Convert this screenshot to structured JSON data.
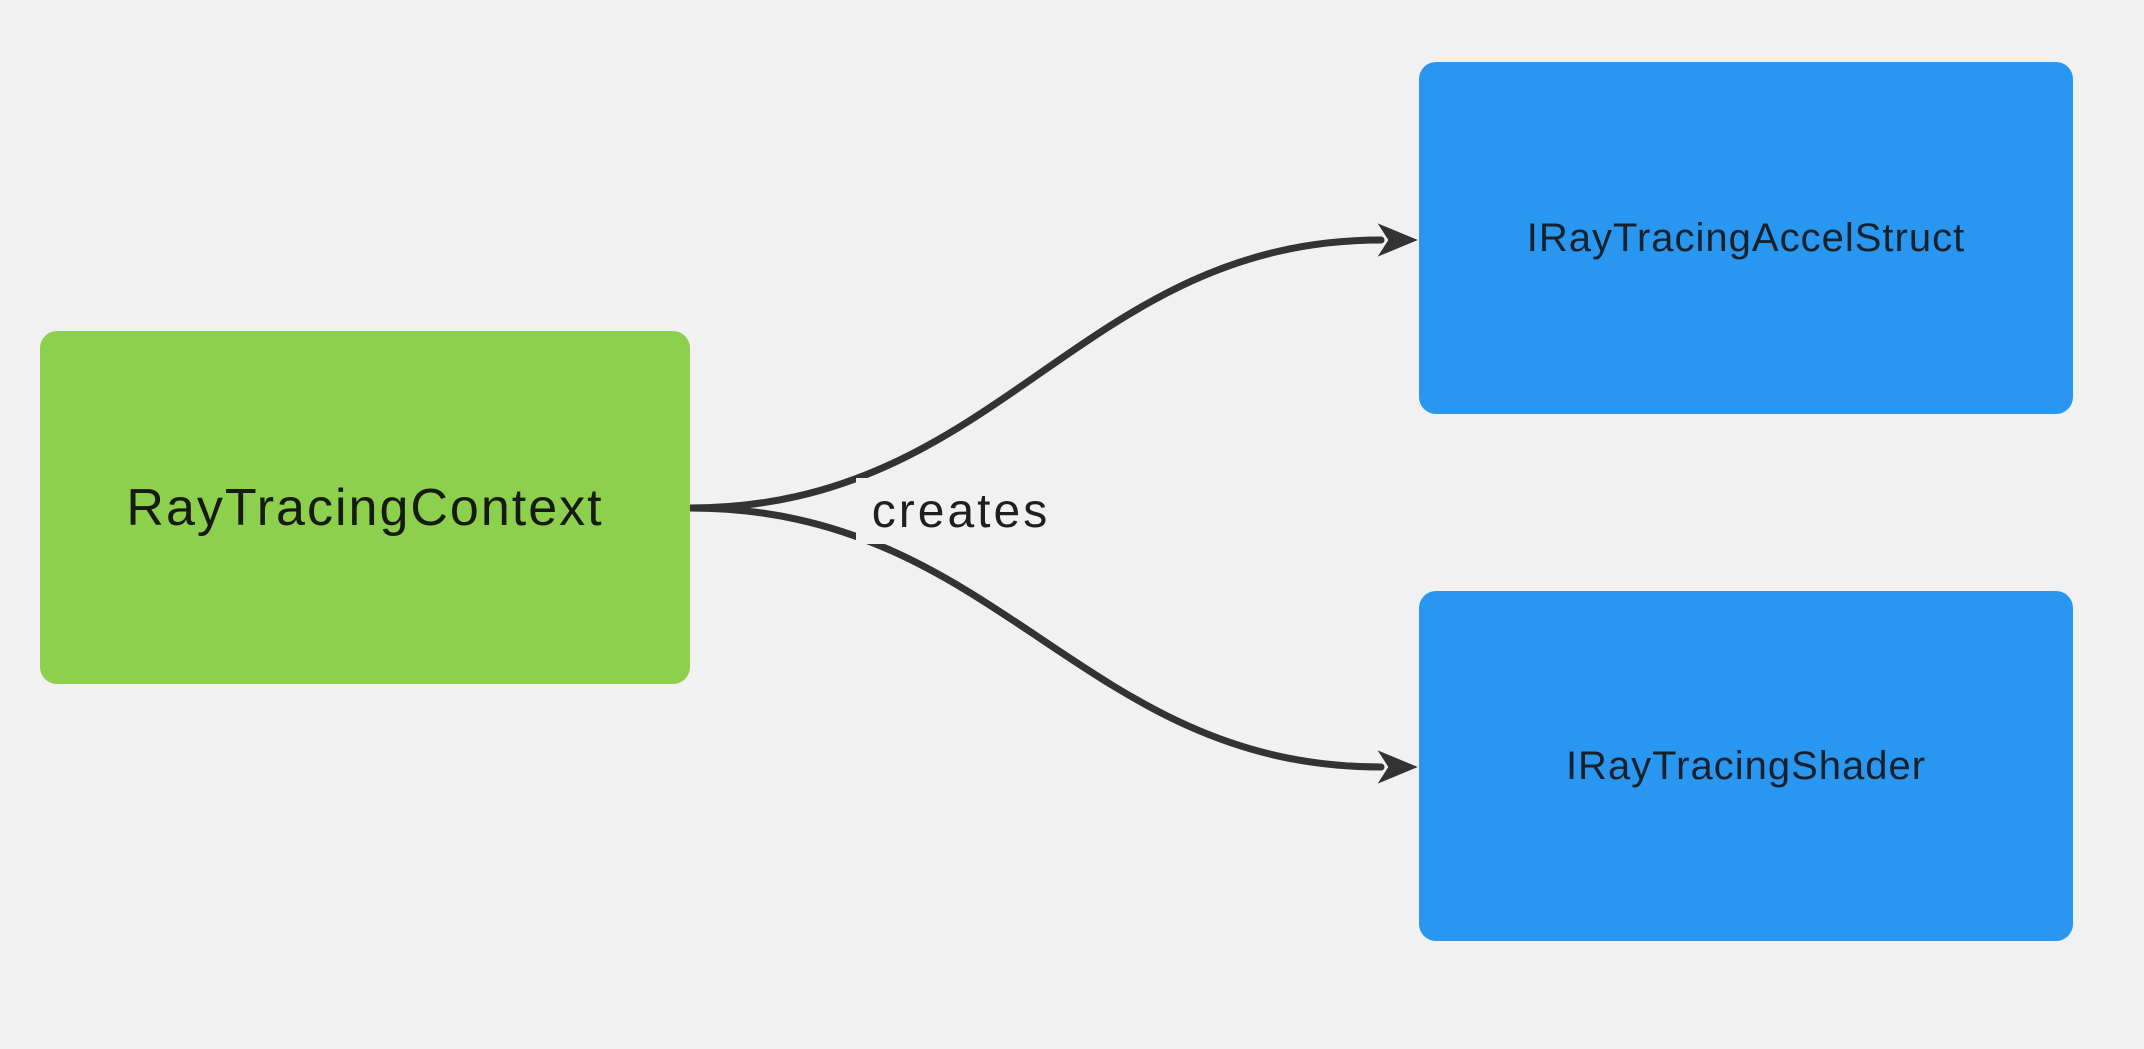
{
  "diagram": {
    "type": "flowchart",
    "direction": "left-to-right",
    "background_color": "#F1F1F1",
    "edge_color": "#333333",
    "edge_label": "creates",
    "nodes": [
      {
        "id": "ray-tracing-context",
        "label": "RayTracingContext",
        "fill": "#8CD04E",
        "text_color": "#161A12",
        "role": "source"
      },
      {
        "id": "iray-tracing-accel-struct",
        "label": "IRayTracingAccelStruct",
        "fill": "#2996F0",
        "text_color": "#17212B",
        "role": "target"
      },
      {
        "id": "iray-tracing-shader",
        "label": "IRayTracingShader",
        "fill": "#2996F0",
        "text_color": "#17212B",
        "role": "target"
      }
    ],
    "edges": [
      {
        "from": "RayTracingContext",
        "to": "IRayTracingAccelStruct",
        "label": "creates"
      },
      {
        "from": "RayTracingContext",
        "to": "IRayTracingShader",
        "label": "creates"
      }
    ]
  }
}
